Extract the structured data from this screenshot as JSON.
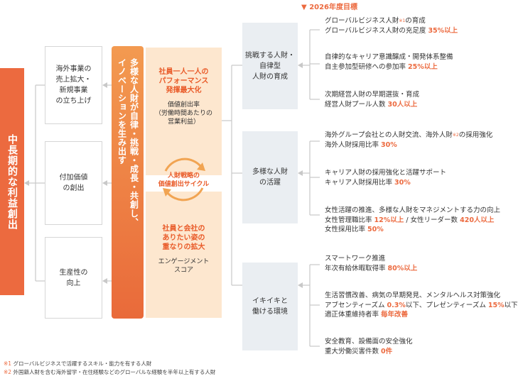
{
  "goal": "中長期的な利益創出",
  "outcomes": [
    "海外事業の\n売上拡大・\n新規事業\nの立ち上げ",
    "付加価値\nの創出",
    "生産性の\n向上"
  ],
  "vision_bar": "多様な人財が自律・挑戦・成長・共創し、\nイノベーションを生み出す",
  "kpi_top": {
    "title": "社員一人一人の\nパフォーマンス\n発揮最大化",
    "metric": "価値創出率\n（労働時間あたりの\n営業利益）"
  },
  "cycle": "人財戦略の\n価値創出サイクル",
  "kpi_bottom": {
    "title": "社員と会社の\nありたい姿の\n重なりの拡大",
    "metric": "エンゲージメント\nスコア"
  },
  "target_header": "2026年度目標",
  "strategies": [
    {
      "label": "挑戦する人財・\n自律型\n人財の育成",
      "items": [
        {
          "title": "グローバルビジネス人財",
          "note": "※1",
          "title_after": "の育成",
          "targets": [
            {
              "text": "グローバルビジネス人財の充足度",
              "value": "35%以上"
            }
          ]
        },
        {
          "title": "自律的なキャリア意識醸成・開発体系整備",
          "targets": [
            {
              "text": "自主参加型研修への参加率",
              "value": "25%以上"
            }
          ]
        },
        {
          "title": "次期経営人財の早期選抜・育成",
          "targets": [
            {
              "text": "経営人財プール人数",
              "value": "30人以上"
            }
          ]
        }
      ]
    },
    {
      "label": "多様な人財\nの活躍",
      "items": [
        {
          "title": "海外グループ会社との人財交流、海外人財",
          "note": "※2",
          "title_after": "の採用強化",
          "targets": [
            {
              "text": "海外人財採用比率",
              "value": "30%"
            }
          ]
        },
        {
          "title": "キャリア人財の採用強化と活躍サポート",
          "targets": [
            {
              "text": "キャリア人財採用比率",
              "value": "30%"
            }
          ]
        },
        {
          "title": "女性活躍の推進、多様な人財をマネジメントする力の向上",
          "targets": [
            {
              "text": "女性管理職比率",
              "value": "12%以上",
              "sep": " / ",
              "text2": "女性リーダー数",
              "value2": "420人以上"
            },
            {
              "text": "女性採用比率",
              "value": "50%"
            }
          ]
        }
      ]
    },
    {
      "label": "イキイキと\n働ける環境",
      "items": [
        {
          "title": "スマートワーク推進",
          "targets": [
            {
              "text": "年次有給休暇取得率",
              "value": "80%以上"
            }
          ]
        },
        {
          "title": "生活習慣改善、病気の早期発見、メンタルヘルス対策強化",
          "targets": [
            {
              "text": "アブセンティーズム",
              "value": "0.3%",
              "text_after": "以下、プレゼンティーズム",
              "value2": "15%",
              "text_after2": "以下"
            },
            {
              "text": "適正体重維持者率",
              "value": "毎年改善"
            }
          ]
        },
        {
          "title": "安全教育、設備面の安全強化",
          "targets": [
            {
              "text": "重大労働災害件数",
              "value": "0件"
            }
          ]
        }
      ]
    }
  ],
  "footnotes": [
    {
      "mark": "※1",
      "text": "グローバルビジネスで活躍するスキル・能力を有する人財"
    },
    {
      "mark": "※2",
      "text": "外国籍人財を含む海外留学・在住経験などのグローバルな経験を半年以上有する人財"
    }
  ],
  "colors": {
    "accent": "#ec6a3f",
    "panel": "#fde7cf",
    "strategy_box": "#eaeef2",
    "line": "#c8c8c8"
  }
}
